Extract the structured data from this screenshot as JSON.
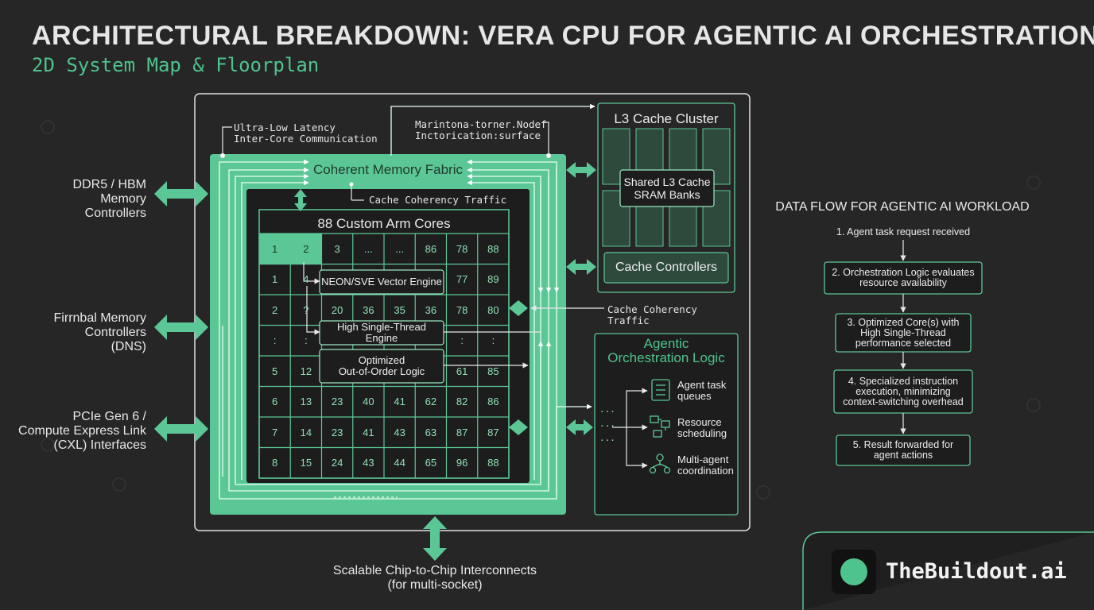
{
  "header": {
    "title": "ARCHITECTURAL BREAKDOWN: VERA CPU FOR AGENTIC AI ORCHESTRATION",
    "subtitle": "2D System Map & Floorplan"
  },
  "interfaces": {
    "ddr": "DDR5 / HBM\nMemory\nControllers",
    "firmbal": "Firrnbal Memory\nControllers\n(DNS)",
    "pcie": "PCIe Gen 6 /\nCompute Express Link\n(CXL) Interfaces",
    "chip_to_chip": "Scalable Chip-to-Chip Interconnects\n(for multi-socket)"
  },
  "notes": {
    "inter_core": "Ultra-Low Latency\nInter-Core Communication",
    "node_surface": "Marintona-torner.Nodef\nInctorication:surface",
    "cache_coherency_inner": "Cache Coherency Traffic",
    "cache_coherency_outer": "Cache Coherency\nTraffic"
  },
  "fabric": {
    "title": "Coherent Memory Fabric"
  },
  "cores": {
    "title": "88 Custom Arm Cores",
    "rows": [
      [
        "1",
        "2",
        "3",
        "...",
        "...",
        "86",
        "78",
        "88"
      ],
      [
        "1",
        "4",
        "",
        "",
        "",
        "",
        "77",
        "89"
      ],
      [
        "2",
        "?",
        "20",
        "36",
        "35",
        "36",
        "78",
        "80"
      ],
      [
        ":",
        ":",
        "",
        "",
        "",
        "",
        ":",
        ":"
      ],
      [
        "5",
        "12",
        "",
        "",
        "",
        "",
        "61",
        "85"
      ],
      [
        "6",
        "13",
        "23",
        "40",
        "41",
        "62",
        "82",
        "86"
      ],
      [
        "7",
        "14",
        "23",
        "41",
        "43",
        "63",
        "87",
        "87"
      ],
      [
        "8",
        "15",
        "24",
        "43",
        "44",
        "65",
        "96",
        "88"
      ]
    ],
    "highlighted": [
      [
        0,
        0
      ],
      [
        0,
        1
      ]
    ],
    "features": {
      "neon": "NEON/SVE Vector Engine",
      "single_thread": "High Single-Thread Engine",
      "ooo": "Optimized\nOut-of-Order Logic"
    }
  },
  "l3": {
    "title": "L3 Cache Cluster",
    "shared": "Shared L3 Cache\nSRAM Banks",
    "controllers": "Cache Controllers"
  },
  "orchestration": {
    "title": "Agentic\nOrchestration Logic",
    "items": [
      {
        "icon": "task-queue-icon",
        "label": "Agent task\nqueues"
      },
      {
        "icon": "resource-scheduling-icon",
        "label": "Resource\nscheduling"
      },
      {
        "icon": "multi-agent-icon",
        "label": "Multi-agent\ncoordination"
      }
    ]
  },
  "data_flow": {
    "title": "DATA FLOW FOR AGENTIC AI WORKLOAD",
    "steps": [
      "1. Agent task request received",
      "2. Orchestration Logic evaluates\nresource availability",
      "3. Optimized Core(s) with\nHigh Single-Thread\nperformance selected",
      "4. Specialized instruction\nexecution, minimizing\ncontext-switching overhead",
      "5. Result forwarded for\nagent actions"
    ]
  },
  "brand": {
    "name": "TheBuildout.ai"
  },
  "colors": {
    "background": "#262626",
    "accent": "#4fc38e",
    "fabric_fill": "#5cc796",
    "panel_fill": "#1d1d1d",
    "line": "#9be8c2"
  }
}
